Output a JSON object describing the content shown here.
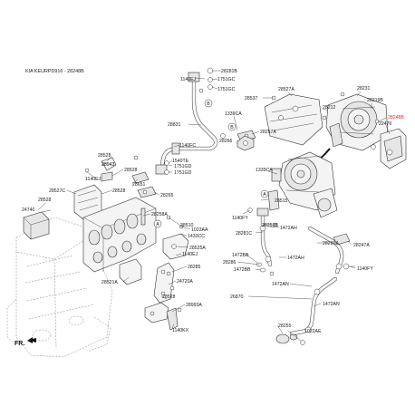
{
  "diagram": {
    "title": "KIA KEURPD916 - 28248B",
    "fr_label": "FR.",
    "ref_markers": [
      "A",
      "B"
    ],
    "highlight_color": "#e0242b",
    "labels": {
      "p28281B": "28281B",
      "p1140EJ_a": "1140EJ",
      "p1751GC_a": "1751GC",
      "p1751GC_b": "1751GC",
      "p28831": "28831",
      "p1140FC": "1140FC",
      "p1540TE": "1540TE",
      "p1751GD_a": "1751GD",
      "p1751GD_b": "1751GD",
      "p28528_a": "28528",
      "p28943": "28943",
      "p28528_b": "28528",
      "p1140EJ_b": "1140EJ",
      "p28651": "28651",
      "p28527C": "28527C",
      "p28528_c": "28528",
      "p28265": "28265",
      "p24740": "24740",
      "p28258A": "28258A",
      "p28510": "28510",
      "p1022AA": "1022AA",
      "p1433CC": "1433CC",
      "p28525A": "28525A",
      "p1140EJ_c": "1140EJ",
      "p28285": "28285",
      "p24720A": "24720A",
      "p28521A": "28521A",
      "p28528_d": "28528",
      "p28993A": "28993A",
      "p1140KX": "1140KX",
      "p28537": "28537",
      "p28527A": "28527A",
      "p1339CA_a": "1339CA",
      "p28257A": "28257A",
      "p28266": "28266",
      "p1339CA_b": "1339CA",
      "p28231": "28231",
      "p28212": "28212",
      "p28219B": "28219B",
      "p28248B": "28248B",
      "p22476": "22476",
      "p28515": "28515",
      "p1140FY_a": "1140FY",
      "p28251B": "28251B",
      "p1472AH_a": "1472AH",
      "p28281C": "28281C",
      "p28286A": "28286A",
      "p28247A": "28247A",
      "p1472AH_b": "1472AH",
      "p1472BB_a": "1472BB",
      "p28286": "28286",
      "p1472BB_b": "1472BB",
      "p1140FY_b": "1140FY",
      "p1472AN_a": "1472AN",
      "p26870": "26870",
      "p1472AN_b": "1472AN",
      "p28255": "28255",
      "p1022AE": "1022AE"
    }
  }
}
